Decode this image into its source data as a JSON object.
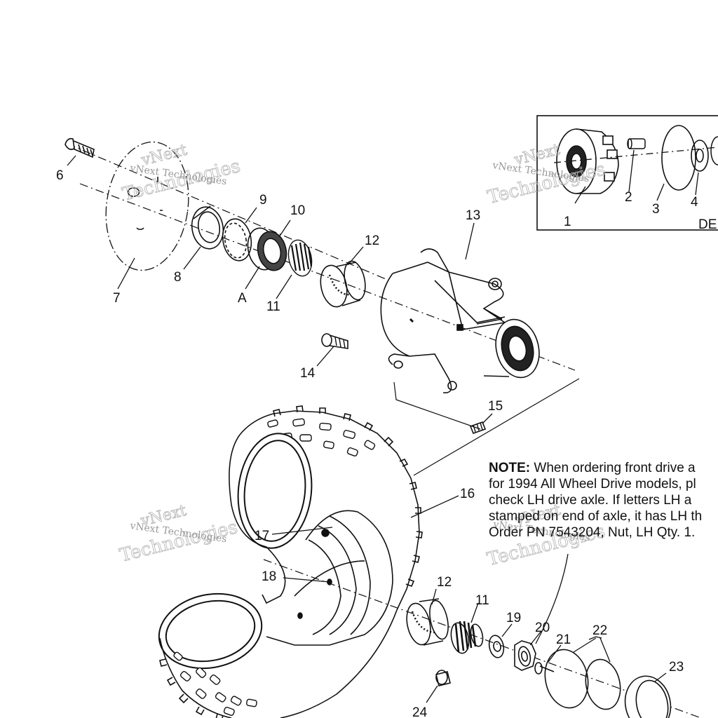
{
  "diagram": {
    "callouts": [
      "1",
      "2",
      "3",
      "4",
      "6",
      "7",
      "8",
      "9",
      "10",
      "A",
      "11",
      "12",
      "13",
      "14",
      "15",
      "16",
      "17",
      "18",
      "12",
      "11",
      "19",
      "20",
      "21",
      "22",
      "23",
      "24"
    ],
    "detail_label": "DE",
    "note": {
      "heading": "NOTE:",
      "lines": [
        "When ordering front drive a",
        "for 1994 All Wheel Drive models, pl",
        "check LH drive axle.  If letters LH a",
        "stamped on end of axle, it has LH th",
        "Order PN 7543204, Nut, LH Qty. 1."
      ]
    },
    "watermark": {
      "brand": "vNext",
      "word": "Technologies",
      "full": "vNext Technologies"
    }
  }
}
